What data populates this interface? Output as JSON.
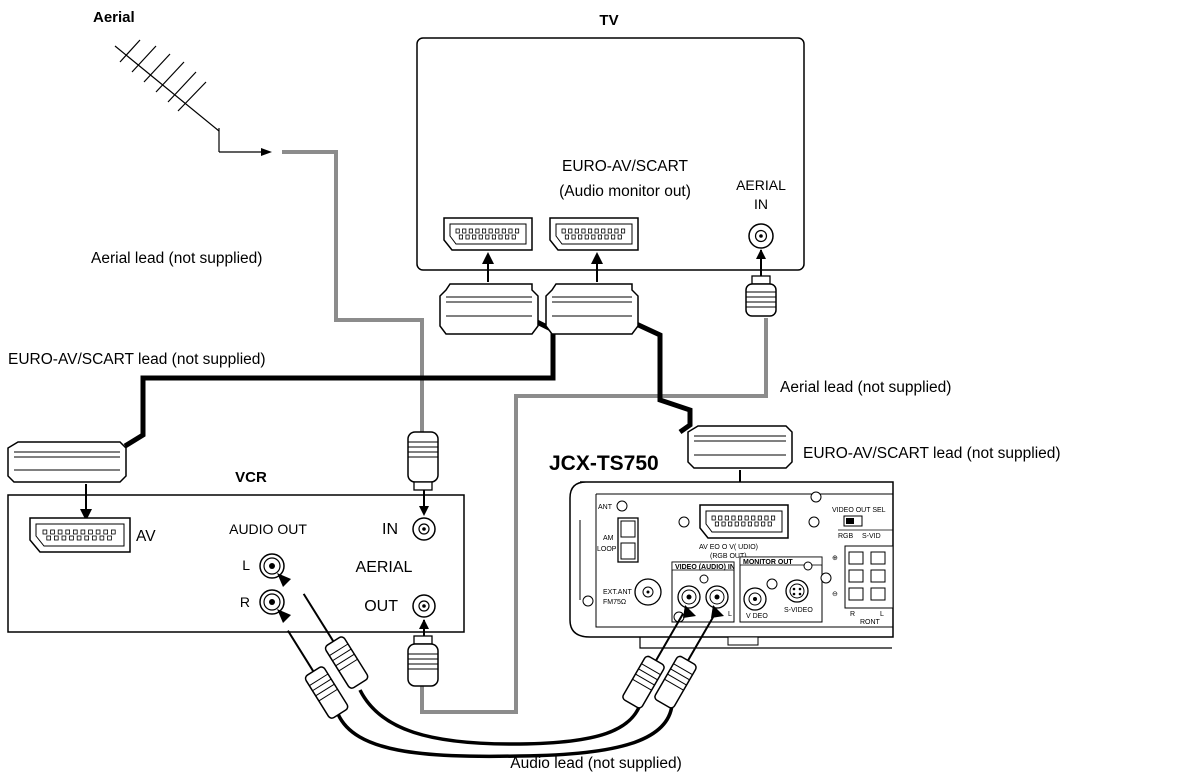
{
  "labels": {
    "aerial": "Aerial",
    "tv": "TV",
    "tv_euro_av_scart": "EURO-AV/SCART",
    "tv_audio_monitor_out": "(Audio monitor out)",
    "tv_aerial": "AERIAL",
    "tv_in": "IN",
    "aerial_lead_1": "Aerial lead (not supplied)",
    "scart_lead_1": "EURO-AV/SCART lead (not supplied)",
    "aerial_lead_2": "Aerial lead (not supplied)",
    "scart_lead_2": "EURO-AV/SCART lead (not supplied)",
    "model": "JCX-TS750",
    "vcr": "VCR",
    "vcr_av": "AV",
    "vcr_audio_out": "AUDIO OUT",
    "vcr_l": "L",
    "vcr_r": "R",
    "vcr_in": "IN",
    "vcr_aerial": "AERIAL",
    "vcr_out": "OUT",
    "audio_lead": "Audio lead (not supplied)"
  },
  "panel_labels": {
    "ant": "ANT",
    "am": "AM",
    "loop": "LOOP",
    "ext_ant": "EXT.ANT",
    "fm75": "FM75Ω",
    "av_video": "AV EO  O   V( UDIO)",
    "rgb_out": "(RGB OUT)",
    "video_audio_in": "VIDEO (AUDIO) IN",
    "monitor_out": "MONITOR OUT",
    "video": "V DEO",
    "s_video": "S-VIDEO",
    "video_out_sel": "VIDEO OUT SEL",
    "rgb": "RGB",
    "s_vid": "S-VID",
    "l": "L",
    "r": "R",
    "front": "RONT",
    "plus": "⊕",
    "minus": "⊖"
  }
}
